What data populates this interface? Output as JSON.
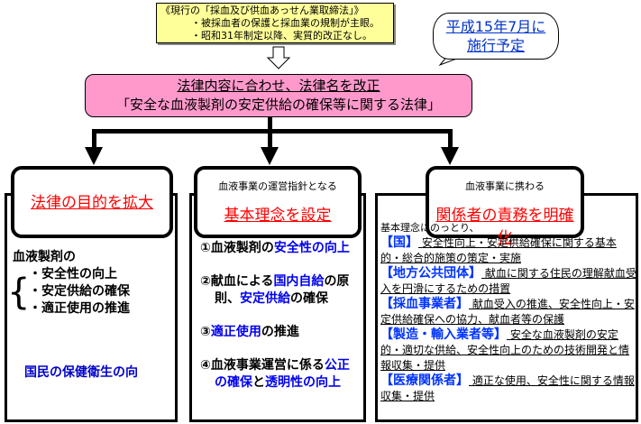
{
  "current_law_note": {
    "title": "《現行の「採血及び供血あっせん業取締法」》",
    "lines": [
      "・被採血者の保護と採血業の規制が主眼。",
      "・昭和31年制定以降、実質的改正なし。"
    ]
  },
  "bubble": {
    "line1": "平成15年7月に",
    "line2": "施行予定"
  },
  "rename": {
    "line1": "法律内容に合わせ、法律名を改正",
    "line2": "「安全な血液製剤の安定供給の確保等に関する法律」"
  },
  "panels": [
    {
      "sub": "",
      "title": "法律の目的を拡大",
      "lead": "血液製剤の",
      "items": [
        "・安全性の向上",
        "・安定供給の確保",
        "・適正使用の推進"
      ],
      "result": "国民の保健衛生の向"
    },
    {
      "sub": "血液事業の運営指針となる",
      "title": "基本理念を設定",
      "items": [
        {
          "parts": [
            {
              "t": "①血液製剤の",
              "c": "black"
            },
            {
              "t": "安全性の向上",
              "c": "blue"
            }
          ]
        },
        {
          "parts": [
            {
              "t": "②献血による",
              "c": "black"
            },
            {
              "t": "国内自給",
              "c": "blue"
            },
            {
              "t": "の原",
              "c": "black"
            }
          ],
          "cont": [
            {
              "t": "則、",
              "c": "black"
            },
            {
              "t": "安定供給",
              "c": "blue"
            },
            {
              "t": "の確保",
              "c": "black"
            }
          ]
        },
        {
          "parts": [
            {
              "t": "③",
              "c": "black"
            },
            {
              "t": "適正使用",
              "c": "blue"
            },
            {
              "t": "の推進",
              "c": "black"
            }
          ]
        },
        {
          "parts": [
            {
              "t": "④血液事業運営に係る",
              "c": "black"
            },
            {
              "t": "公正",
              "c": "blue"
            }
          ],
          "cont": [
            {
              "t": "の確保",
              "c": "blue"
            },
            {
              "t": "と",
              "c": "black"
            },
            {
              "t": "透明性の向上",
              "c": "blue"
            }
          ]
        }
      ]
    },
    {
      "sub": "血液事業に携わる",
      "title": "関係者の責務を明確化",
      "intro": "基本理念にのっとり、",
      "roles": [
        {
          "tag": "【国】",
          "text": "安全性向上・安定供給確保に関する基本的・総合的施策の策定・実施"
        },
        {
          "tag": "【地方公共団体】",
          "text": "献血に関する住民の理解献血受入を円滑にするための措置"
        },
        {
          "tag": "【採血事業者】",
          "text": "献血受入の推進、安全性向上・安定供給確保への協力、献血者等の保護"
        },
        {
          "tag": "【製造・輸入業者等】",
          "text": "安全な血液製剤の安定的・適切な供給、安全性向上のための技術開発と情報収集・提供"
        },
        {
          "tag": "【医療関係者】",
          "text": "適正な使用、安全性に関する情報収集・提供"
        }
      ]
    }
  ]
}
